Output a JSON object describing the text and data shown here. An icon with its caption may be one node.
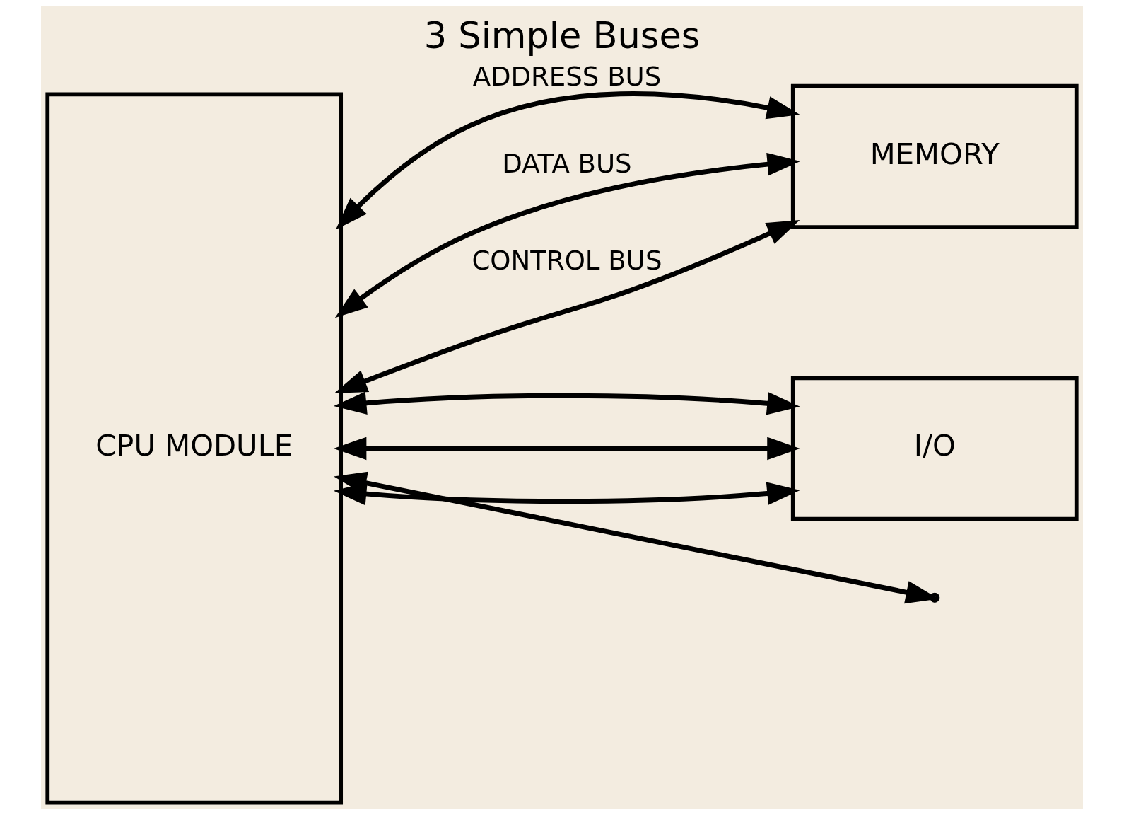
{
  "diagram": {
    "title": "3 Simple Buses",
    "nodes": [
      {
        "text": [
          "CPU MODULE"
        ]
      },
      {
        "text": [
          "MEMORY"
        ]
      },
      {
        "text": [
          "I/O"
        ]
      }
    ],
    "edges": [
      {
        "from": 0,
        "to": 1,
        "arrow": "both",
        "label": "ADDRESS BUS"
      },
      {
        "from": 0,
        "to": 2,
        "arrow": "both"
      },
      {
        "from": 0,
        "to": 1,
        "arrow": "both",
        "label": "DATA BUS"
      },
      {
        "from": 0,
        "to": 2,
        "arrow": "both"
      },
      {
        "from": 0,
        "to": null,
        "arrow": "both"
      },
      {
        "from": 0,
        "to": 1,
        "arrow": "both",
        "label": "CONTROL BUS"
      },
      {
        "from": 0,
        "to": 2,
        "arrow": "both"
      }
    ]
  }
}
